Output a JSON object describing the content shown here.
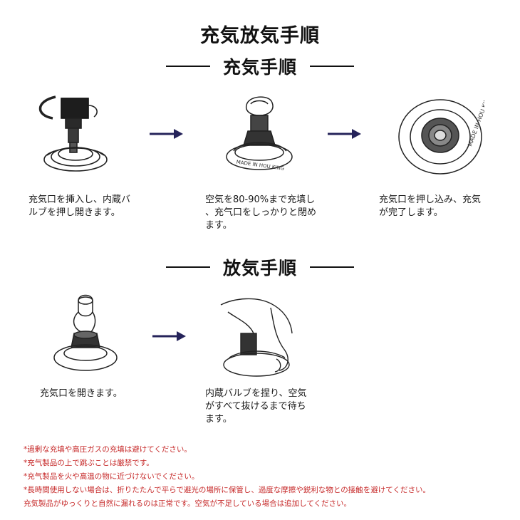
{
  "title": "充気放気手順",
  "inflate": {
    "heading": "充気手順",
    "steps": [
      {
        "caption_lines": [
          "充気口を挿入し、内蔵バ",
          "ルブを押し開きます。"
        ]
      },
      {
        "caption_lines": [
          "空気を80-90%まで充填し",
          "、充气口をしっかりと閉め",
          "ます。"
        ]
      },
      {
        "caption_lines": [
          "充気口を押し込み、充気",
          "が完了します。"
        ]
      }
    ],
    "valve_text": "MADE IN HOU KING"
  },
  "deflate": {
    "heading": "放気手順",
    "steps": [
      {
        "caption_lines": [
          "充気口を開きます。"
        ]
      },
      {
        "caption_lines": [
          "内蔵バルブを捏り、空気",
          "がすべて抜けるまで待ち",
          "ます。"
        ]
      }
    ]
  },
  "notes": [
    {
      "text": "*過剰な充填や高圧ガスの充填は避けてください。",
      "color": "#c62828"
    },
    {
      "text": "*充气製品の上で跳ぶことは厳禁です。",
      "color": "#c62828"
    },
    {
      "text": "*充气製品を火や高温の物に近づけないでください。",
      "color": "#c62828"
    },
    {
      "text": "*長時間使用しない場合は、折りたたんで平らで避光の場所に保管し、過度な摩擦や鋭利な物との接触を避けてください。",
      "color": "#c62828"
    },
    {
      "text": "充気製品がゆっくりと自然に漏れるのは正常です。空気が不足している場合は追加してください。",
      "color": "#c62828"
    }
  ],
  "colors": {
    "arrow": "#25235a",
    "text": "#111111",
    "note": "#c62828"
  }
}
